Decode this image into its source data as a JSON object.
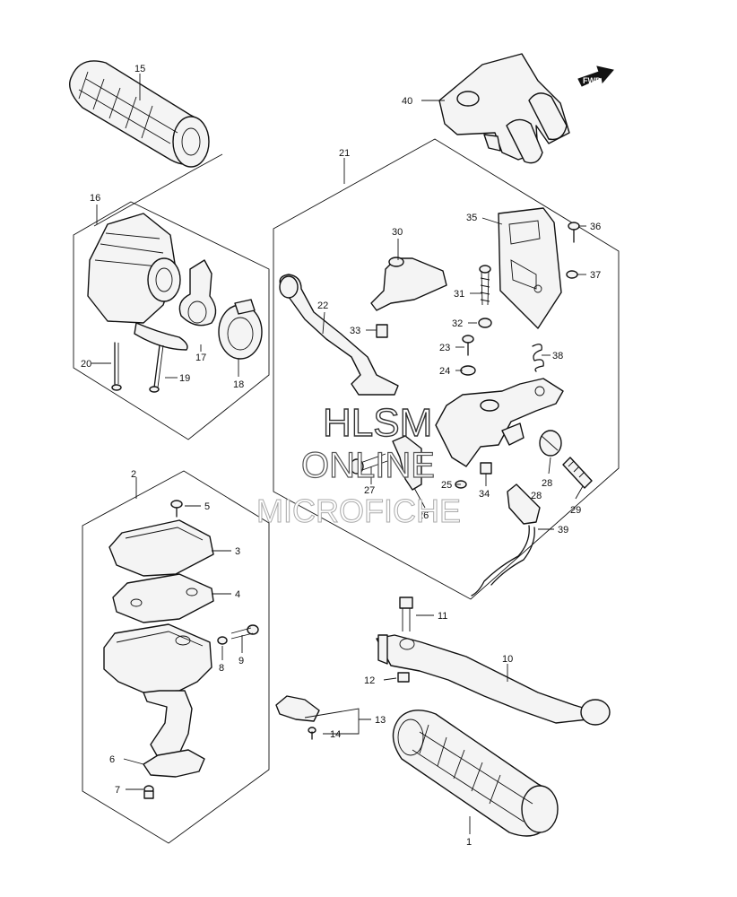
{
  "watermark": {
    "line1": "HLSM",
    "line2": "ONLINE",
    "line3": "MICROFICHE"
  },
  "direction_badge": "FWD",
  "callouts": [
    "15",
    "16",
    "17",
    "18",
    "19",
    "20",
    "40",
    "21",
    "30",
    "35",
    "36",
    "37",
    "22",
    "31",
    "33",
    "32",
    "23",
    "38",
    "24",
    "27",
    "28",
    "25",
    "34",
    "26",
    "28",
    "29",
    "39",
    "2",
    "5",
    "3",
    "4",
    "8",
    "9",
    "6",
    "7",
    "11",
    "10",
    "12",
    "13",
    "14",
    "1"
  ],
  "colors": {
    "line": "#111111",
    "part_fill": "#f4f4f4",
    "background": "#ffffff"
  }
}
